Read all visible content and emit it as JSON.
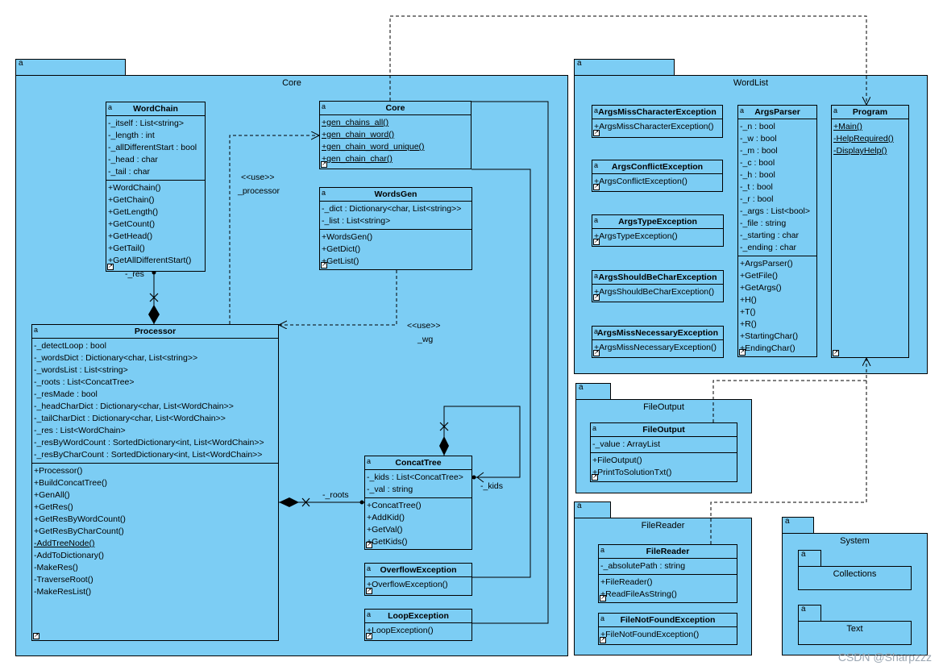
{
  "packages": {
    "core": "Core",
    "wordlist": "WordList",
    "fileoutput": "FileOutput",
    "filereader": "FileReader",
    "system": "System",
    "collections": "Collections",
    "text": "Text"
  },
  "classes": {
    "wordchain": {
      "name": "WordChain",
      "attributes": [
        "-_itself : List<string>",
        "-_length : int",
        "-_allDifferentStart : bool",
        "-_head : char",
        "-_tail : char"
      ],
      "operations": [
        "+WordChain()",
        "+GetChain()",
        "+GetLength()",
        "+GetCount()",
        "+GetHead()",
        "+GetTail()",
        "+GetAllDifferentStart()"
      ]
    },
    "core": {
      "name": "Core",
      "operations": [
        "+gen_chains_all()",
        "+gen_chain_word()",
        "+gen_chain_word_unique()",
        "+gen_chain_char()"
      ]
    },
    "wordsgen": {
      "name": "WordsGen",
      "attributes": [
        "-_dict : Dictionary<char, List<string>>",
        "-_list : List<string>"
      ],
      "operations": [
        "+WordsGen()",
        "+GetDict()",
        "+GetList()"
      ]
    },
    "processor": {
      "name": "Processor",
      "attributes": [
        "-_detectLoop : bool",
        "-_wordsDict : Dictionary<char, List<string>>",
        "-_wordsList : List<string>",
        "-_roots : List<ConcatTree>",
        "-_resMade : bool",
        "-_headCharDict : Dictionary<char, List<WordChain>>",
        "-_tailCharDict : Dictionary<char, List<WordChain>>",
        "-_res : List<WordChain>",
        "-_resByWordCount : SortedDictionary<int, List<WordChain>>",
        "-_resByCharCount : SortedDictionary<int, List<WordChain>>"
      ],
      "operations": [
        "+Processor()",
        "+BuildConcatTree()",
        "+GenAll()",
        "+GetRes()",
        "+GetResByWordCount()",
        "+GetResByCharCount()",
        "-AddTreeNode()",
        "-AddToDictionary()",
        "-MakeRes()",
        "-TraverseRoot()",
        "-MakeResList()"
      ]
    },
    "concattree": {
      "name": "ConcatTree",
      "attributes": [
        "-_kids : List<ConcatTree>",
        "-_val : string"
      ],
      "operations": [
        "+ConcatTree()",
        "+AddKid()",
        "+GetVal()",
        "+GetKids()"
      ]
    },
    "overflow": {
      "name": "OverflowException",
      "operations": [
        "+OverflowException()"
      ]
    },
    "loop": {
      "name": "LoopException",
      "operations": [
        "+LoopException()"
      ]
    },
    "argsmisschar": {
      "name": "ArgsMissCharacterException",
      "operations": [
        "+ArgsMissCharacterException()"
      ]
    },
    "argsconflict": {
      "name": "ArgsConflictException",
      "operations": [
        "+ArgsConflictException()"
      ]
    },
    "argstype": {
      "name": "ArgsTypeException",
      "operations": [
        "+ArgsTypeException()"
      ]
    },
    "argsshouldchar": {
      "name": "ArgsShouldBeCharException",
      "operations": [
        "+ArgsShouldBeCharException()"
      ]
    },
    "argsmissnec": {
      "name": "ArgsMissNecessaryException",
      "operations": [
        "+ArgsMissNecessaryException()"
      ]
    },
    "argsparser": {
      "name": "ArgsParser",
      "attributes": [
        "-_n : bool",
        "-_w : bool",
        "-_m : bool",
        "-_c : bool",
        "-_h : bool",
        "-_t : bool",
        "-_r : bool",
        "-_args : List<bool>",
        "-_file : string",
        "-_starting : char",
        "-_ending : char"
      ],
      "operations": [
        "+ArgsParser()",
        "+GetFile()",
        "+GetArgs()",
        "+H()",
        "+T()",
        "+R()",
        "+StartingChar()",
        "+EndingChar()"
      ]
    },
    "program": {
      "name": "Program",
      "operations": [
        "+Main()",
        "-HelpRequired()",
        "-DisplayHelp()"
      ]
    },
    "fileoutput": {
      "name": "FileOutput",
      "attributes": [
        "-_value : ArrayList"
      ],
      "operations": [
        "+FileOutput()",
        "+PrintToSolutionTxt()"
      ]
    },
    "filereader": {
      "name": "FileReader",
      "attributes": [
        "-_absolutePath : string"
      ],
      "operations": [
        "+FileReader()",
        "+ReadFileAsString()"
      ]
    },
    "filenotfound": {
      "name": "FileNotFoundException",
      "operations": [
        "+FileNotFoundException()"
      ]
    }
  },
  "labels": {
    "use1": "<<use>>",
    "processor_role": "_processor",
    "use2": "<<use>>",
    "wg_role": "_wg",
    "res_role": "-_res",
    "roots_role": "-_roots",
    "kids_role": "-_kids",
    "package_marker": "a"
  },
  "watermark": "CSDN @Sharpzzz",
  "colors": {
    "fill": "#7ccdf4",
    "line": "#000000"
  }
}
